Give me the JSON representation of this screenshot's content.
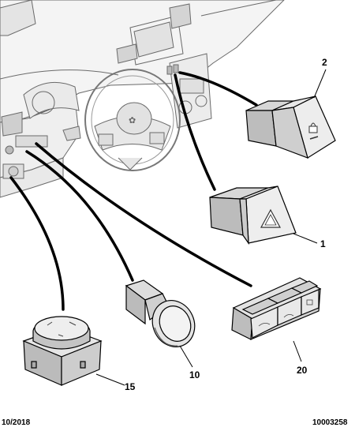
{
  "callouts": {
    "c1": "1",
    "c2": "2",
    "c10": "10",
    "c15": "15",
    "c20": "20"
  },
  "footer": {
    "date": "10/2018",
    "ref": "10003258"
  },
  "colors": {
    "line": "#000000",
    "part_light": "#e6e6e6",
    "part_mid": "#c8c8c8",
    "part_dark": "#9a9a9a",
    "dash_light": "#f2f2f2"
  },
  "icons": [
    "hazard-triangle-icon",
    "padlock-icon",
    "rotary-knob-icon",
    "push-button-icon"
  ]
}
